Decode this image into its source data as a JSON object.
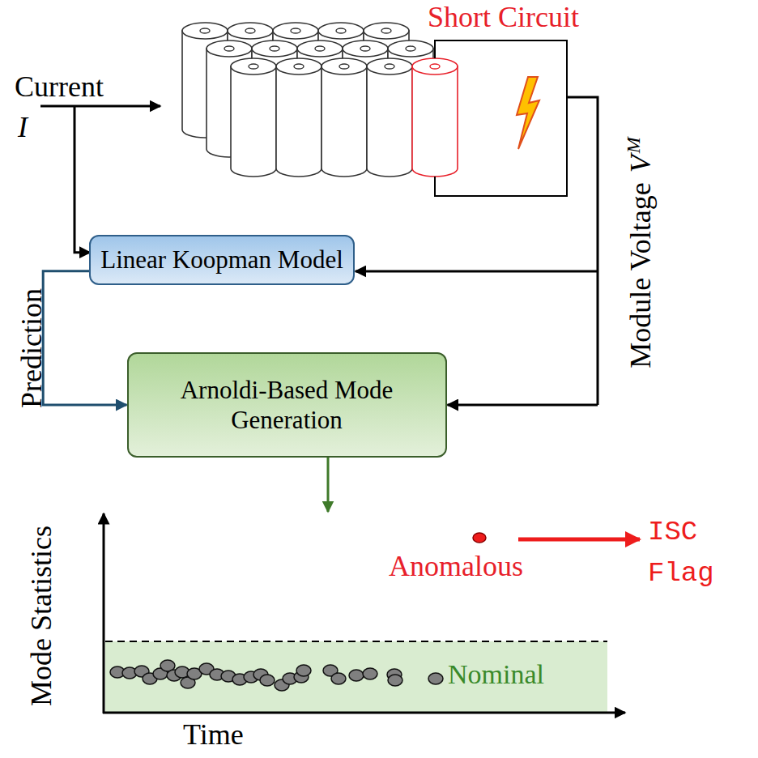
{
  "diagram": {
    "nodes": [
      {
        "text": [
          "Linear Koopman Model"
        ]
      },
      {
        "text": [
          "Arnoldi-Based Mode Generation"
        ]
      }
    ],
    "edges": [
      {
        "from": 0,
        "to": 1,
        "arrow": "to"
      }
    ],
    "labels": [
      "Short Circuit",
      "Current",
      "I",
      "Module Voltage",
      "V",
      "M",
      "Prediction",
      "Mode Statistics",
      "Time",
      "Nominal",
      "Anomalous",
      "ISC Flag"
    ]
  }
}
